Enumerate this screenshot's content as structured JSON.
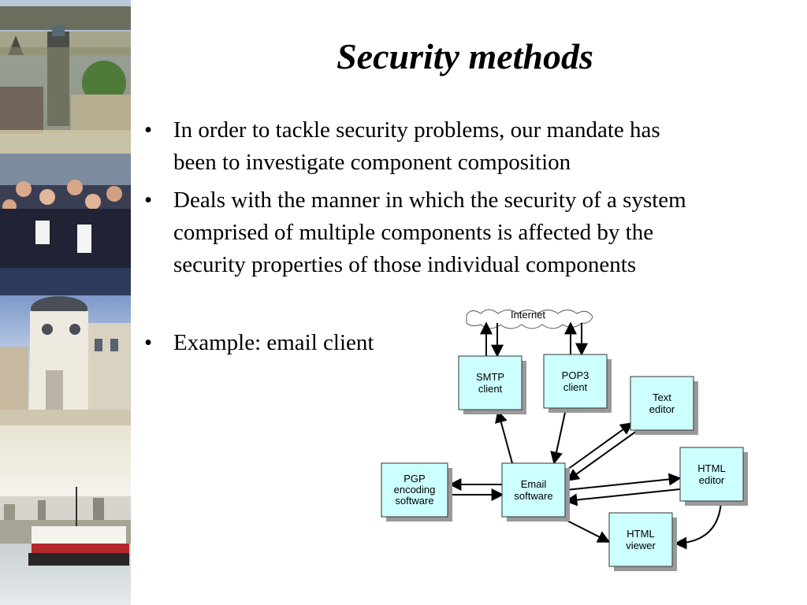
{
  "slide": {
    "title": "Security methods",
    "bullets": [
      {
        "line1": "In order to tackle security problems, our mandate has",
        "line2": "been to investigate component composition"
      },
      {
        "line1": "Deals with the manner in which the security of a system",
        "line2": "comprised of multiple components is affected by the",
        "line3": "security properties of those individual components"
      },
      {
        "line1": "Example: email client"
      }
    ],
    "bullet_glyph": "•"
  },
  "diagram": {
    "cloud_label": "Internet",
    "boxes": {
      "smtp": {
        "line1": "SMTP",
        "line2": "client"
      },
      "pop3": {
        "line1": "POP3",
        "line2": "client"
      },
      "text_editor": {
        "line1": "Text",
        "line2": "editor"
      },
      "pgp": {
        "line1": "PGP",
        "line2": "encoding",
        "line3": "software"
      },
      "email": {
        "line1": "Email",
        "line2": "software"
      },
      "html_editor": {
        "line1": "HTML",
        "line2": "editor"
      },
      "html_viewer": {
        "line1": "HTML",
        "line2": "viewer"
      }
    },
    "box_fill": "#ccffff",
    "box_stroke": "#333333"
  }
}
